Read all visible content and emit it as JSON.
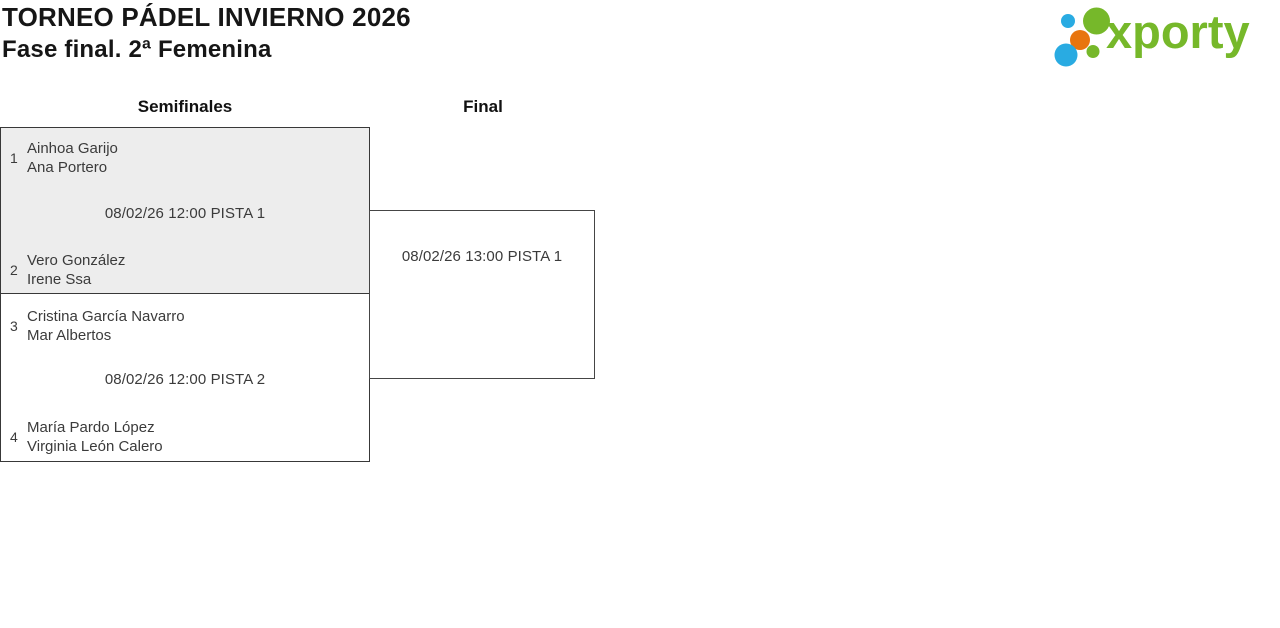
{
  "page": {
    "title_line1": "TORNEO PÁDEL INVIERNO 2026",
    "title_line2": "Fase final. 2ª Femenina"
  },
  "logo": {
    "text": "xporty",
    "colors": {
      "green": "#76b82a",
      "blue": "#29abe2",
      "orange": "#e8750e"
    }
  },
  "bracket": {
    "rounds": [
      {
        "label": "Semifinales"
      },
      {
        "label": "Final"
      }
    ],
    "matches": [
      {
        "id": "semifinal-1",
        "schedule": "08/02/26 12:00 PISTA 1",
        "teams": [
          {
            "seed": "1",
            "players": [
              "Ainhoa Garijo",
              "Ana Portero"
            ]
          },
          {
            "seed": "2",
            "players": [
              "Vero González",
              "Irene Ssa"
            ]
          }
        ]
      },
      {
        "id": "semifinal-2",
        "schedule": "08/02/26 12:00 PISTA 2",
        "teams": [
          {
            "seed": "3",
            "players": [
              "Cristina García Navarro",
              "Mar Albertos"
            ]
          },
          {
            "seed": "4",
            "players": [
              "María Pardo López",
              "Virginia León Calero"
            ]
          }
        ]
      },
      {
        "id": "final",
        "schedule": "08/02/26 13:00 PISTA 1",
        "teams": []
      }
    ]
  }
}
